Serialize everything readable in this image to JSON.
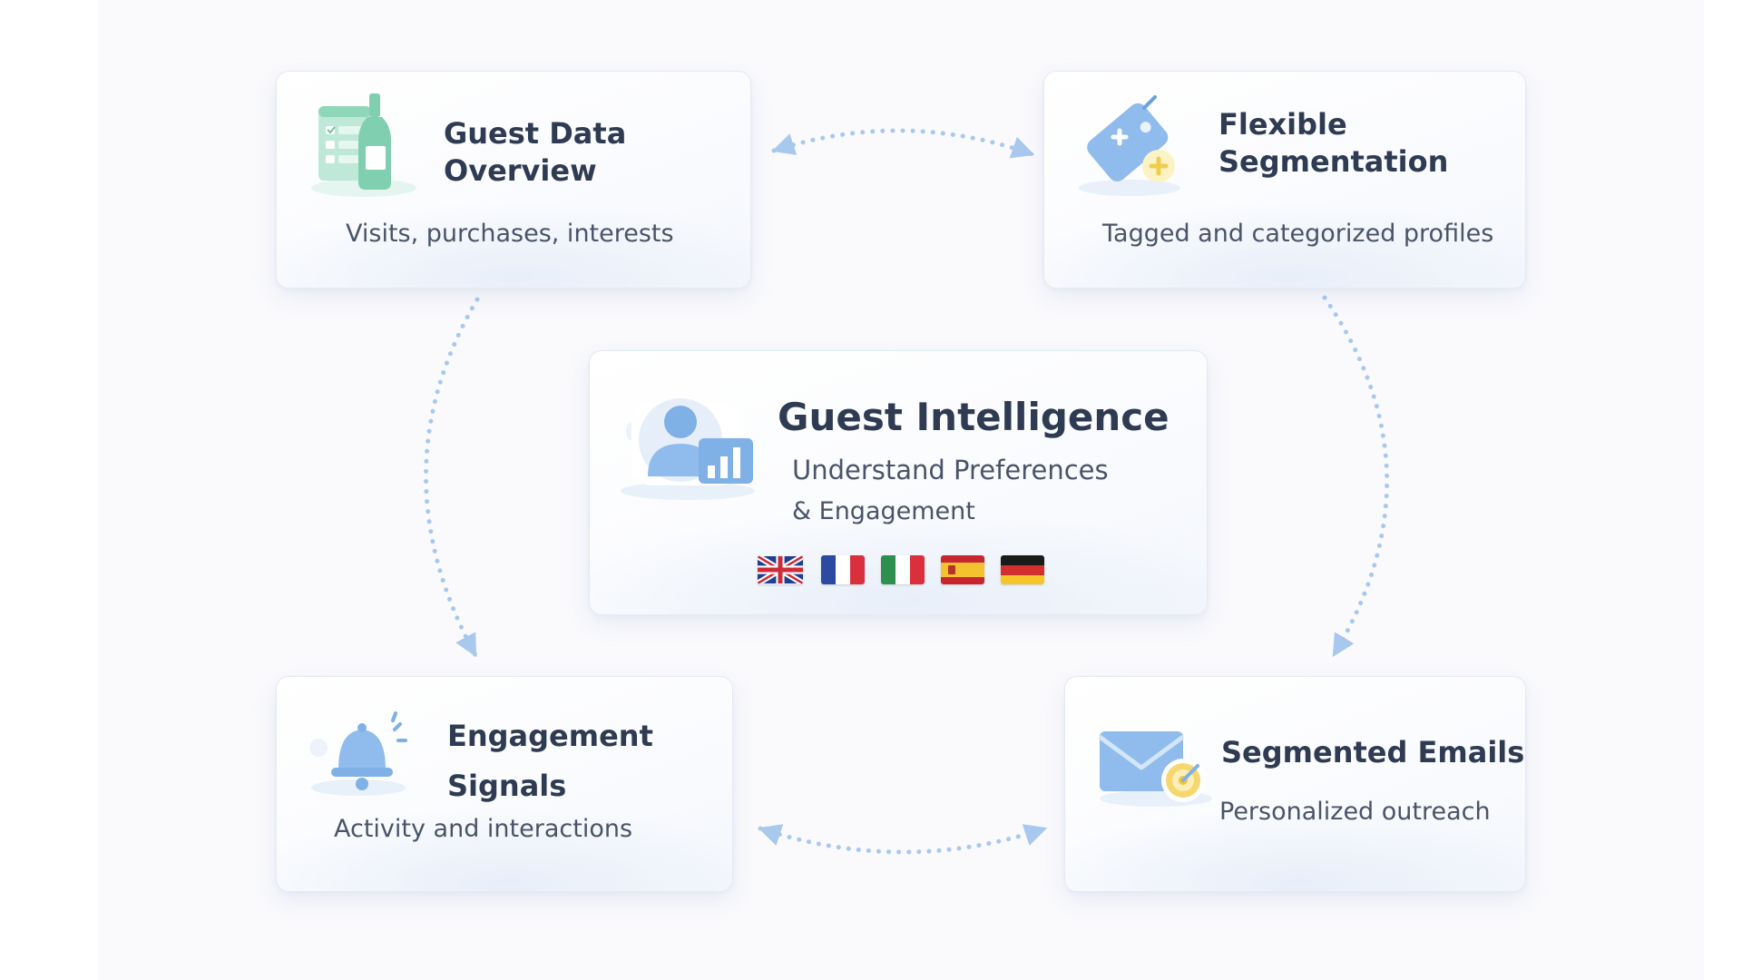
{
  "nodes": {
    "guest_data": {
      "title_lines": [
        "Guest Data",
        "Overview"
      ],
      "subtitle": "Visits, purchases, interests",
      "icon": "checklist-wine-bottle-icon"
    },
    "segmentation": {
      "title_lines": [
        "Flexible",
        "Segmentation"
      ],
      "subtitle": "Tagged and categorized profiles",
      "icon": "tag-plus-icon"
    },
    "center": {
      "title": "Guest Intelligence",
      "subtitle_lines": [
        "Understand Preferences",
        "& Engagement"
      ],
      "icon": "user-analytics-icon",
      "flags": [
        "uk-flag-icon",
        "france-flag-icon",
        "italy-flag-icon",
        "spain-flag-icon",
        "germany-flag-icon"
      ]
    },
    "engagement": {
      "title_lines": [
        "Engagement",
        "Signals"
      ],
      "subtitle": "Activity and interactions",
      "icon": "bell-icon"
    },
    "emails": {
      "title": "Segmented Emails",
      "subtitle": "Personalized outreach",
      "icon": "envelope-target-icon"
    }
  },
  "connectors": [
    {
      "from": "guest_data",
      "to": "segmentation",
      "style": "dotted",
      "direction": "both"
    },
    {
      "from": "guest_data",
      "to": "engagement",
      "style": "dotted",
      "direction": "forward"
    },
    {
      "from": "segmentation",
      "to": "emails",
      "style": "dotted",
      "direction": "forward"
    },
    {
      "from": "engagement",
      "to": "emails",
      "style": "dotted",
      "direction": "both"
    }
  ],
  "colors": {
    "background": "#fafafd",
    "card_border": "#e5e9f2",
    "title_text": "#2f3b52",
    "subtitle_text": "#4a5468",
    "connector": "#a9c8ee",
    "icon_blue": "#7fb0e6",
    "icon_green": "#7fcfb0",
    "accent_yellow": "#f5d76e"
  }
}
